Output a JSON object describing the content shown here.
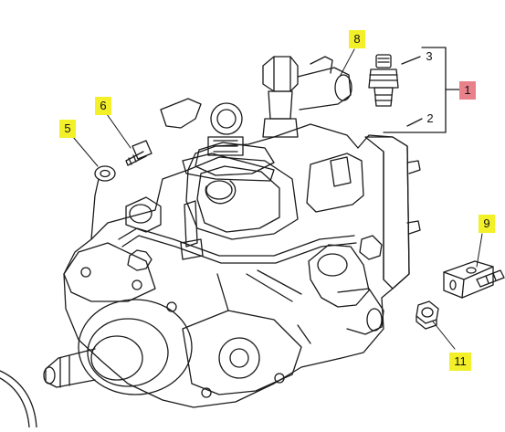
{
  "callouts": [
    {
      "id": "c1",
      "label": "1",
      "style": "pink"
    },
    {
      "id": "c2",
      "label": "2",
      "style": "plain"
    },
    {
      "id": "c3",
      "label": "3",
      "style": "plain"
    },
    {
      "id": "c5",
      "label": "5",
      "style": "yellow"
    },
    {
      "id": "c6",
      "label": "6",
      "style": "yellow"
    },
    {
      "id": "c8",
      "label": "8",
      "style": "yellow"
    },
    {
      "id": "c9",
      "label": "9",
      "style": "yellow"
    },
    {
      "id": "c11",
      "label": "11",
      "style": "yellow"
    }
  ],
  "colors": {
    "highlight_yellow": "#f3f02a",
    "highlight_pink": "#e8818a",
    "line": "#1a1a1a",
    "background": "#ffffff"
  }
}
